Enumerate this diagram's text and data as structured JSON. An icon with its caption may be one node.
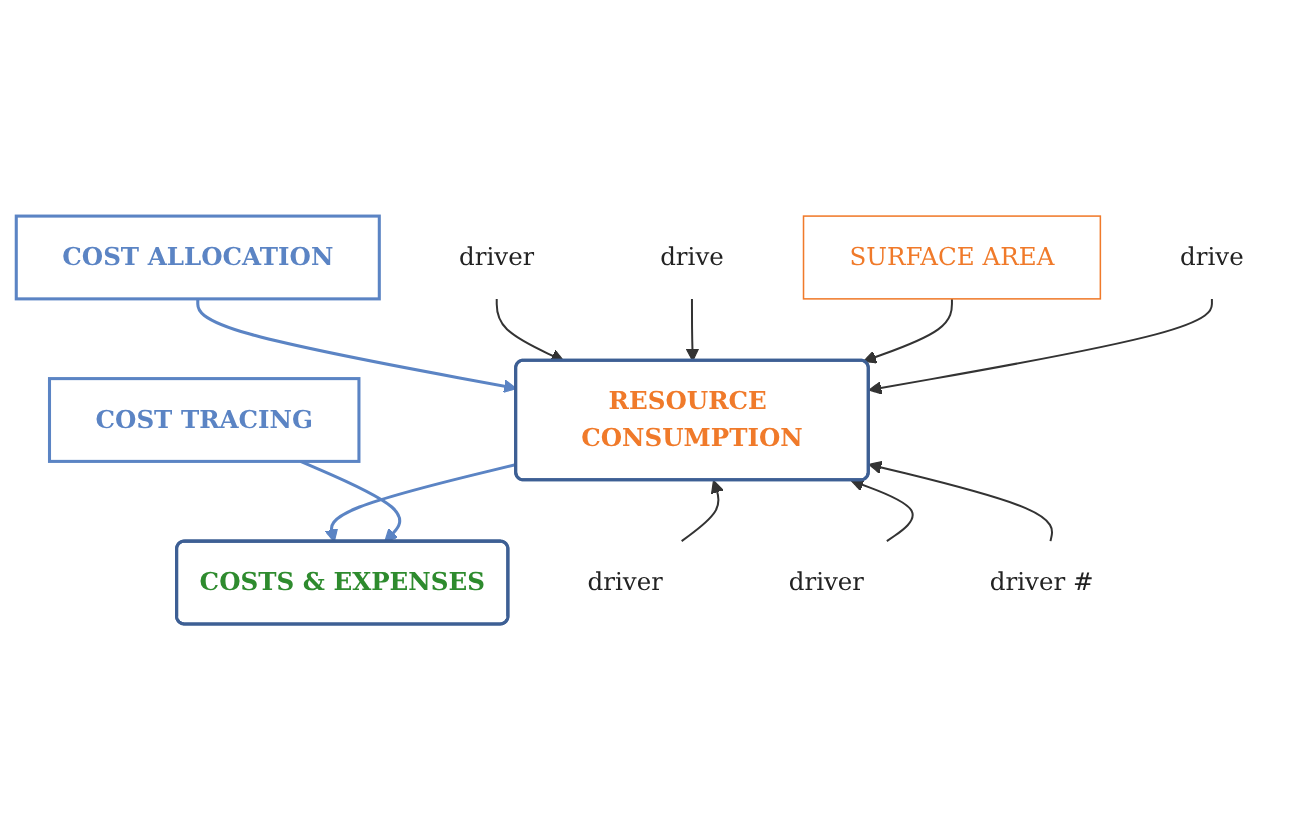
{
  "diagram": {
    "nodes": [
      {
        "text": [
          "COST ALLOCATION"
        ]
      },
      {
        "text": [
          "driver"
        ]
      },
      {
        "text": [
          "drive"
        ]
      },
      {
        "text": [
          "SURFACE AREA"
        ]
      },
      {
        "text": [
          "drive"
        ]
      },
      {
        "text": [
          "RESOURCE CONSUMPTION"
        ]
      },
      {
        "text": [
          "driver"
        ]
      },
      {
        "text": [
          "driver"
        ]
      },
      {
        "text": [
          "driver #"
        ]
      },
      {
        "text": [
          "COST TRACING"
        ]
      },
      {
        "text": [
          "COSTS & EXPENSES"
        ]
      }
    ],
    "edges": [
      {
        "from": 0,
        "to": 5,
        "arrow": "to",
        "color": "#5b84c4"
      },
      {
        "from": 1,
        "to": 5,
        "arrow": "to"
      },
      {
        "from": 2,
        "to": 5,
        "arrow": "to"
      },
      {
        "from": 3,
        "to": 5,
        "arrow": "to"
      },
      {
        "from": 4,
        "to": 5,
        "arrow": "to"
      },
      {
        "from": 6,
        "to": 5,
        "arrow": "to"
      },
      {
        "from": 7,
        "to": 5,
        "arrow": "to"
      },
      {
        "from": 8,
        "to": 5,
        "arrow": "to"
      },
      {
        "from": 5,
        "to": 10,
        "arrow": "to",
        "color": "#5b84c4"
      },
      {
        "from": 9,
        "to": 10,
        "arrow": "to",
        "color": "#5b84c4"
      }
    ]
  }
}
